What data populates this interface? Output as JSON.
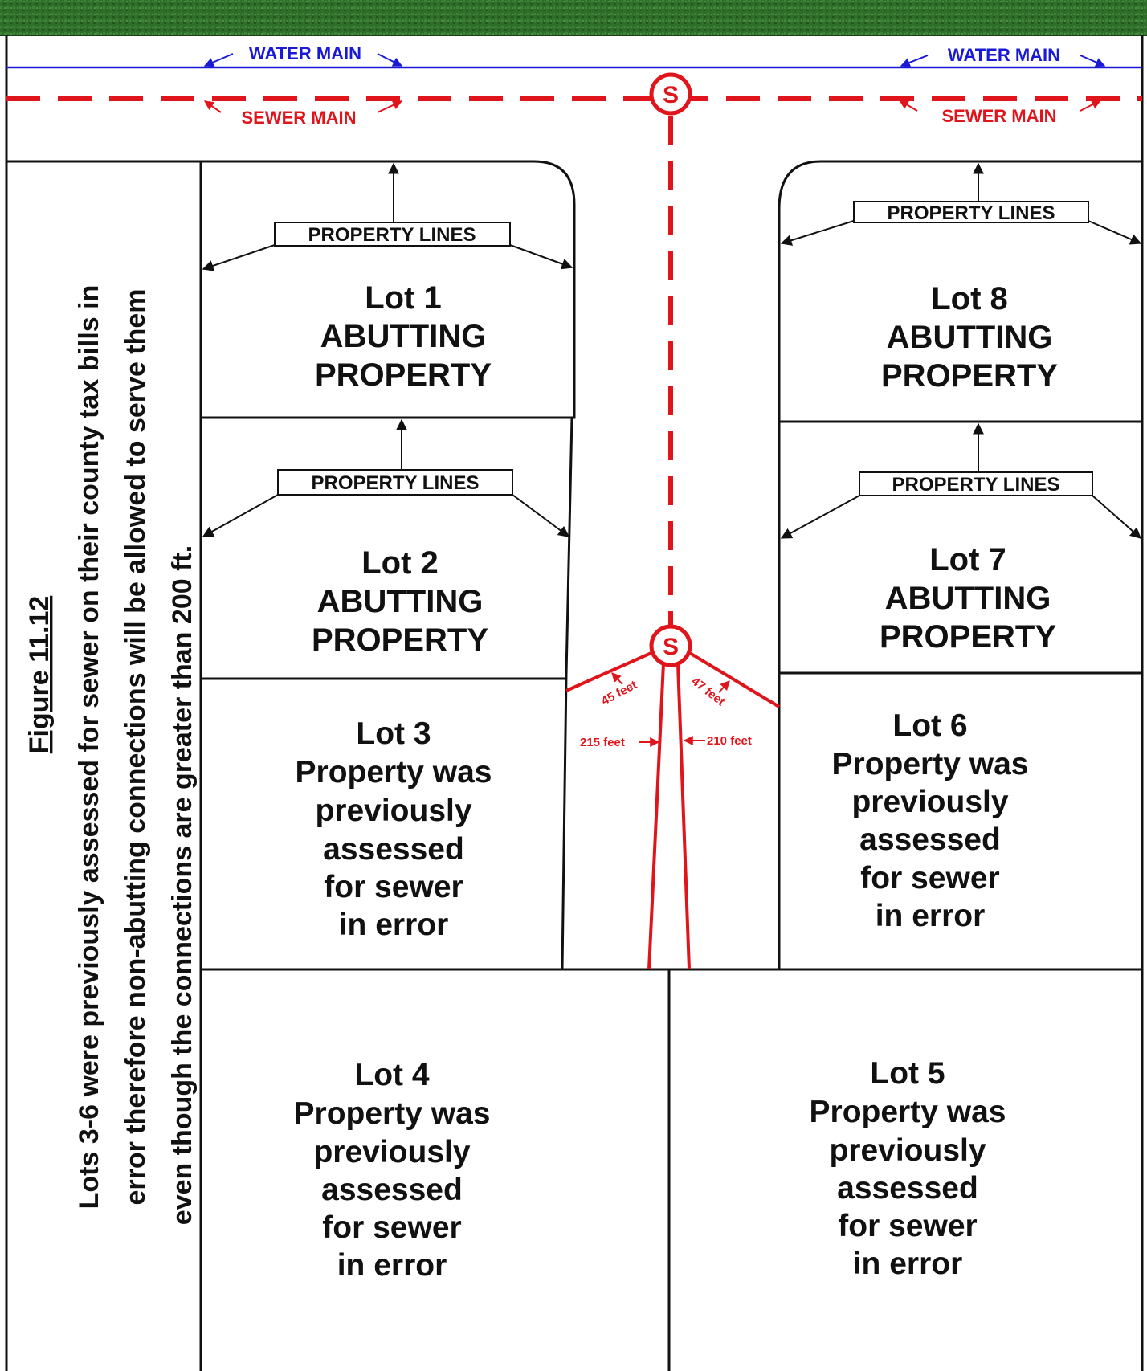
{
  "utilities": {
    "water_main_label": "WATER MAIN",
    "sewer_main_label": "SEWER MAIN",
    "manhole_symbol": "S"
  },
  "property_lines_label": "PROPERTY LINES",
  "lots": [
    {
      "id": "lot-1",
      "lines": [
        "Lot 1",
        "ABUTTING",
        "PROPERTY"
      ]
    },
    {
      "id": "lot-2",
      "lines": [
        "Lot 2",
        "ABUTTING",
        "PROPERTY"
      ]
    },
    {
      "id": "lot-3",
      "lines": [
        "Lot 3",
        "Property was",
        "previously",
        "assessed",
        "for sewer",
        "in error"
      ]
    },
    {
      "id": "lot-4",
      "lines": [
        "Lot 4",
        "Property was",
        "previously",
        "assessed",
        "for sewer",
        "in error"
      ]
    },
    {
      "id": "lot-5",
      "lines": [
        "Lot 5",
        "Property was",
        "previously",
        "assessed",
        "for sewer",
        "in error"
      ]
    },
    {
      "id": "lot-6",
      "lines": [
        "Lot 6",
        "Property was",
        "previously",
        "assessed",
        "for sewer",
        "in error"
      ]
    },
    {
      "id": "lot-7",
      "lines": [
        "Lot 7",
        "ABUTTING",
        "PROPERTY"
      ]
    },
    {
      "id": "lot-8",
      "lines": [
        "Lot 8",
        "ABUTTING",
        "PROPERTY"
      ]
    }
  ],
  "distances": {
    "d45": "45 feet",
    "d47": "47 feet",
    "d215": "215 feet",
    "d210": "210 feet"
  },
  "caption": {
    "figure": "Figure 11.12",
    "line1": "Lots 3-6 were previously assessed for sewer on their county tax bills in",
    "line2": "error therefore non-abutting connections will be allowed to serve them",
    "line3": "even though the connections are greater than 200 ft."
  },
  "colors": {
    "grass": "#2e6b2a",
    "water": "#1a1ad6",
    "sewer": "#e0141b",
    "line": "#111111"
  }
}
